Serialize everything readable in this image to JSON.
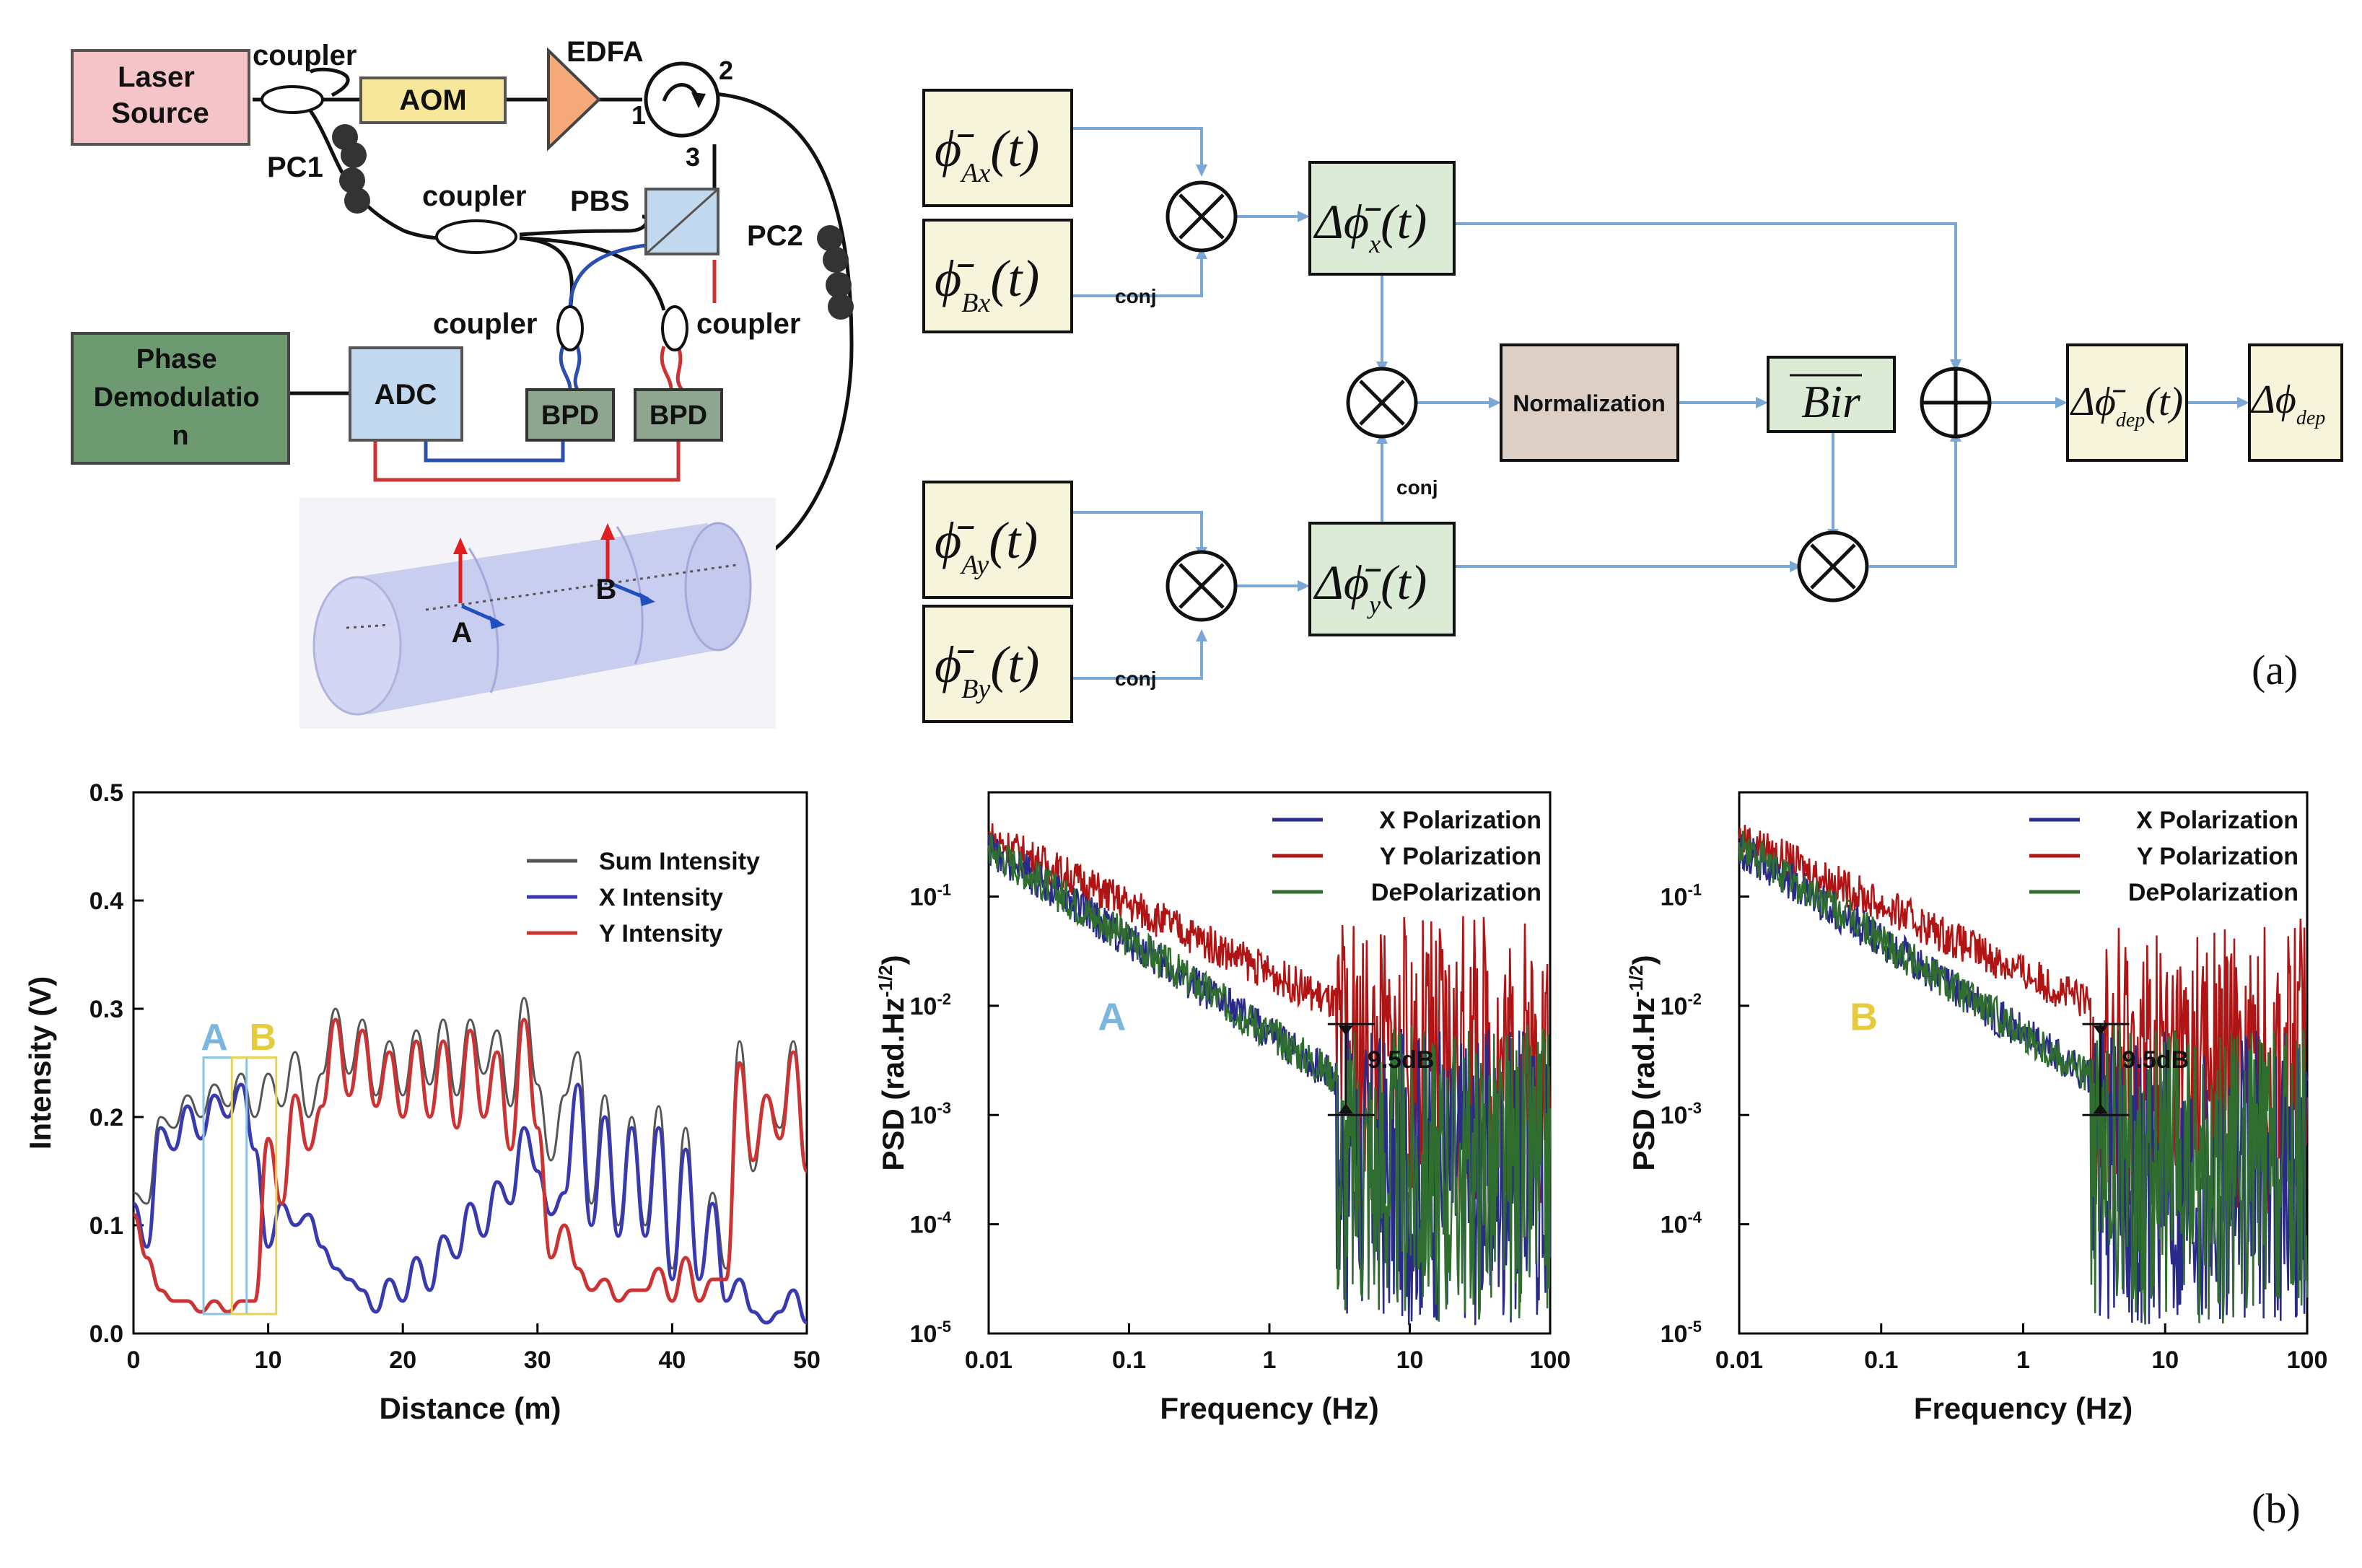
{
  "setup": {
    "laser_source": "Laser\nSource",
    "coupler": "coupler",
    "aom": "AOM",
    "edfa": "EDFA",
    "pc1": "PC1",
    "pc2": "PC2",
    "pbs": "PBS",
    "port1": "1",
    "port2": "2",
    "port3": "3",
    "phase_demod": "Phase\nDemodulatio\nn",
    "adc": "ADC",
    "bpd": "BPD",
    "point_a": "A",
    "point_b": "B"
  },
  "flow": {
    "phi_ax": "ϕ̄",
    "sub_ax": "Ax",
    "sub_bx": "Bx",
    "sub_ay": "Ay",
    "sub_by": "By",
    "of_t": "(t)",
    "conj": "conj",
    "delta_x": "Δϕ̄",
    "sub_x": "x",
    "sub_y": "y",
    "normalization": "Normalization",
    "bir": "Bir",
    "delta_dep": "Δϕ̄",
    "sub_dep": "dep",
    "delta_dep_final": "Δϕ",
    "panel_label": "(a)"
  },
  "panel_b_label": "(b)",
  "chart_data": [
    {
      "type": "line",
      "xlabel": "Distance (m)",
      "ylabel": "Intensity (V)",
      "xlim": [
        0,
        50
      ],
      "ylim": [
        0,
        0.5
      ],
      "xticks": [
        "0",
        "10",
        "20",
        "30",
        "40",
        "50"
      ],
      "yticks": [
        "0.0",
        "0.1",
        "0.2",
        "0.3",
        "0.4",
        "0.5"
      ],
      "legend_position": "top-right",
      "annotations": [
        "A",
        "B"
      ],
      "series": [
        {
          "name": "Sum Intensity",
          "color": "#555555"
        },
        {
          "name": "X Intensity",
          "color": "#3a3ab0"
        },
        {
          "name": "Y Intensity",
          "color": "#cc3333"
        }
      ],
      "x": [
        0,
        1,
        2,
        3,
        4,
        5,
        6,
        7,
        8,
        9,
        10,
        11,
        12,
        13,
        14,
        15,
        16,
        17,
        18,
        19,
        20,
        21,
        22,
        23,
        24,
        25,
        26,
        27,
        28,
        29,
        30,
        31,
        32,
        33,
        34,
        35,
        36,
        37,
        38,
        39,
        40,
        41,
        42,
        43,
        44,
        45,
        46,
        47,
        48,
        49,
        50
      ],
      "sum": [
        0.13,
        0.12,
        0.2,
        0.19,
        0.22,
        0.2,
        0.23,
        0.21,
        0.24,
        0.2,
        0.24,
        0.21,
        0.26,
        0.2,
        0.24,
        0.3,
        0.24,
        0.29,
        0.22,
        0.27,
        0.22,
        0.28,
        0.23,
        0.29,
        0.22,
        0.29,
        0.24,
        0.28,
        0.21,
        0.31,
        0.23,
        0.16,
        0.22,
        0.26,
        0.12,
        0.22,
        0.1,
        0.2,
        0.1,
        0.21,
        0.06,
        0.19,
        0.05,
        0.13,
        0.06,
        0.27,
        0.15,
        0.22,
        0.19,
        0.27,
        0.15
      ],
      "xint": [
        0.12,
        0.08,
        0.19,
        0.17,
        0.21,
        0.18,
        0.22,
        0.2,
        0.23,
        0.17,
        0.08,
        0.12,
        0.1,
        0.11,
        0.08,
        0.06,
        0.05,
        0.04,
        0.02,
        0.05,
        0.03,
        0.07,
        0.04,
        0.09,
        0.07,
        0.12,
        0.09,
        0.14,
        0.12,
        0.19,
        0.15,
        0.11,
        0.13,
        0.23,
        0.1,
        0.2,
        0.09,
        0.19,
        0.09,
        0.19,
        0.05,
        0.17,
        0.05,
        0.12,
        0.03,
        0.05,
        0.02,
        0.01,
        0.02,
        0.04,
        0.01
      ],
      "yint": [
        0.11,
        0.07,
        0.04,
        0.03,
        0.03,
        0.02,
        0.03,
        0.02,
        0.03,
        0.03,
        0.18,
        0.12,
        0.22,
        0.17,
        0.21,
        0.29,
        0.22,
        0.28,
        0.21,
        0.26,
        0.2,
        0.27,
        0.2,
        0.27,
        0.19,
        0.28,
        0.2,
        0.26,
        0.17,
        0.29,
        0.19,
        0.07,
        0.1,
        0.06,
        0.04,
        0.05,
        0.03,
        0.04,
        0.04,
        0.06,
        0.03,
        0.07,
        0.03,
        0.05,
        0.05,
        0.25,
        0.16,
        0.22,
        0.18,
        0.26,
        0.15
      ]
    },
    {
      "type": "line",
      "xlabel": "Frequency (Hz)",
      "ylabel": "PSD (rad.Hz",
      "ylabel_sup": "-1/2",
      "ylabel_close": ")",
      "xscale": "log",
      "yscale": "log",
      "xlim": [
        0.01,
        100
      ],
      "ylim": [
        1e-05,
        0.9
      ],
      "xticks": [
        "0.01",
        "0.1",
        "1",
        "10",
        "100"
      ],
      "yticks": [
        "10",
        "10",
        "10",
        "10",
        "10"
      ],
      "ytick_exps": [
        "-1",
        "-2",
        "-3",
        "-4",
        "-5"
      ],
      "legend_position": "top-right",
      "point_label": "A",
      "annotation": "9.5dB",
      "series": [
        {
          "name": "X Polarization",
          "color": "#2a2a8a"
        },
        {
          "name": "Y Polarization",
          "color": "#b01414"
        },
        {
          "name": "DePolarization",
          "color": "#2f6e2f"
        }
      ]
    },
    {
      "type": "line",
      "xlabel": "Frequency (Hz)",
      "ylabel": "PSD (rad.Hz",
      "ylabel_sup": "-1/2",
      "ylabel_close": ")",
      "xscale": "log",
      "yscale": "log",
      "xlim": [
        0.01,
        100
      ],
      "ylim": [
        1e-05,
        0.9
      ],
      "xticks": [
        "0.01",
        "0.1",
        "1",
        "10",
        "100"
      ],
      "yticks": [
        "10",
        "10",
        "10",
        "10",
        "10"
      ],
      "ytick_exps": [
        "-1",
        "-2",
        "-3",
        "-4",
        "-5"
      ],
      "legend_position": "top-right",
      "point_label": "B",
      "annotation": "9.5dB",
      "series": [
        {
          "name": "X Polarization",
          "color": "#2a2a8a"
        },
        {
          "name": "Y Polarization",
          "color": "#b01414"
        },
        {
          "name": "DePolarization",
          "color": "#2f6e2f"
        }
      ]
    }
  ]
}
